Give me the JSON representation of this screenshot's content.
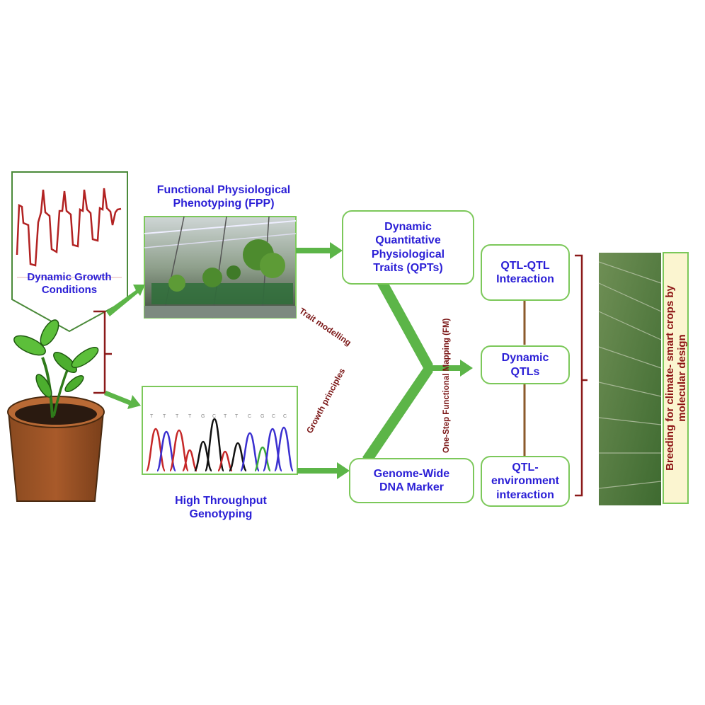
{
  "growth_conditions": {
    "line1": "Dynamic Growth",
    "line2": "Conditions"
  },
  "fpp": {
    "line1": "Functional Physiological",
    "line2": "Phenotyping (FPP)"
  },
  "htg": {
    "line1": "High Throughput",
    "line2": "Genotyping"
  },
  "qpt_box": "Dynamic\nQuantitative\nPhysiological\nTraits (QPTs)",
  "gw_box": "Genome-Wide\nDNA Marker",
  "trait_modelling": "Trait modelling",
  "growth_principles": "Growth principles",
  "fm_label": "One-Step Functional Mapping (FM)",
  "qtl_qtl_box": "QTL-QTL\nInteraction",
  "dynamic_qtls_box": "Dynamic\nQTLs",
  "qtl_env_box": "QTL-\nenvironment\ninteraction",
  "final_label": "Breeding for climate- smart crops by\nmolecular design",
  "colors": {
    "arrow": "#5cb548",
    "box_border": "#7cc85a",
    "blue_text": "#2b1fd6",
    "maroon": "#7a1515",
    "chart_line": "#b22222"
  },
  "icons": [
    "growth-condition-chart-icon",
    "greenhouse-photo",
    "chromatogram-icon",
    "potted-plant-icon",
    "crop-field-photo"
  ]
}
